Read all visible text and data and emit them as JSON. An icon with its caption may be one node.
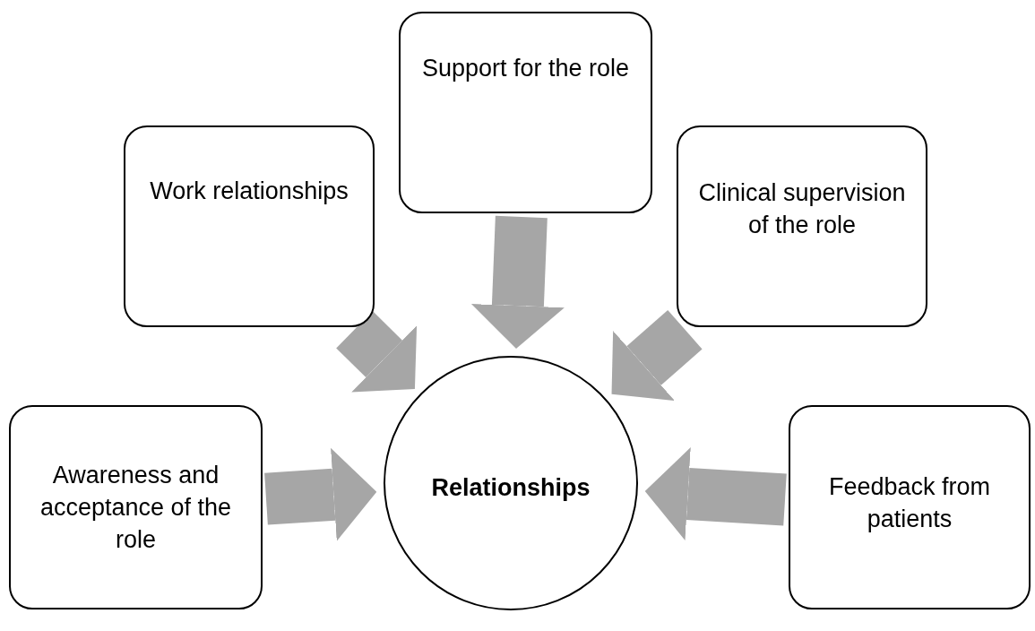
{
  "diagram": {
    "nodes": [
      {
        "text": [
          "Support for the role"
        ]
      },
      {
        "text": [
          "Work relationships"
        ]
      },
      {
        "text": [
          "Clinical supervision of the role"
        ]
      },
      {
        "text": [
          "Awareness and acceptance of the role"
        ]
      },
      {
        "text": [
          "Relationships"
        ]
      },
      {
        "text": [
          "Feedback from patients"
        ]
      }
    ],
    "edges": [
      {
        "from": 0,
        "to": 4,
        "arrow": "to"
      },
      {
        "from": 1,
        "to": 4,
        "arrow": "to"
      },
      {
        "from": 2,
        "to": 4,
        "arrow": "to"
      },
      {
        "from": 3,
        "to": 4,
        "arrow": "to"
      },
      {
        "from": 5,
        "to": 4,
        "arrow": "to"
      }
    ]
  }
}
